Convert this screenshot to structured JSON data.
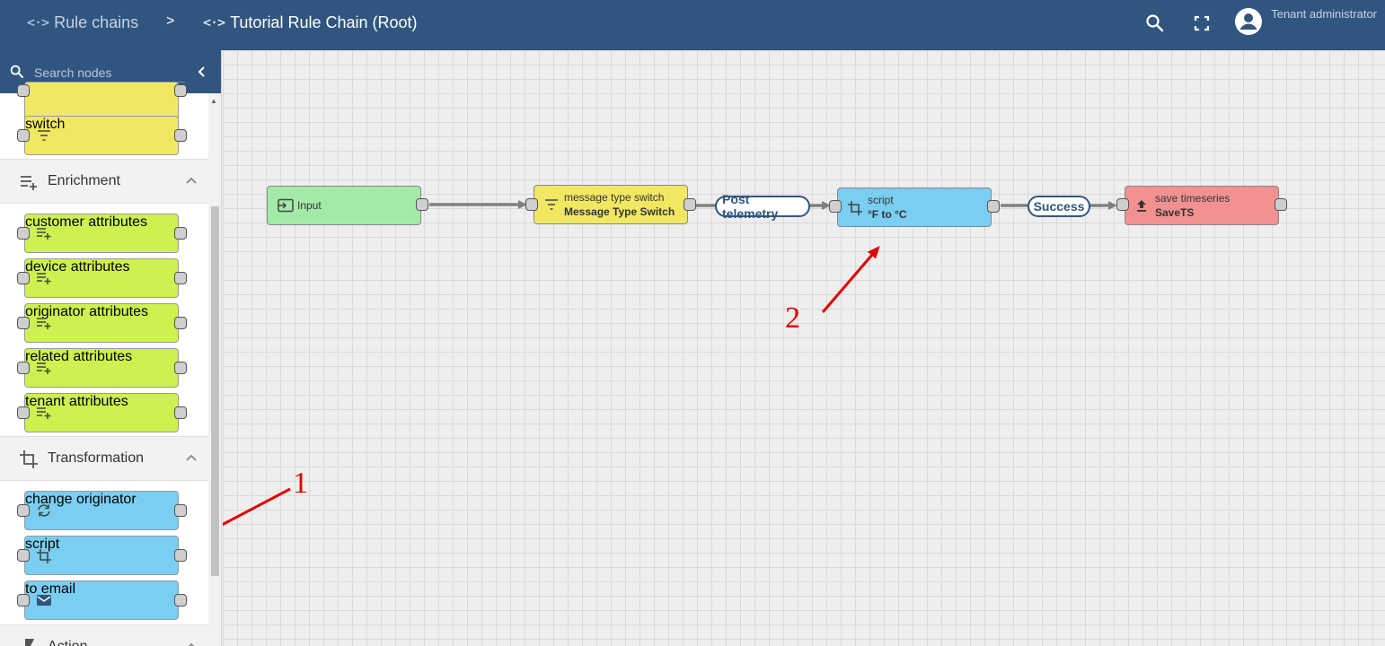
{
  "header": {
    "breadcrumb_root": "Rule chains",
    "breadcrumb_separator": ">",
    "breadcrumb_current": "Tutorial Rule Chain (Root)",
    "user_label": "Tenant administrator"
  },
  "sidebar": {
    "search_placeholder": "Search nodes",
    "partial_top_node": "",
    "filter_nodes": [
      {
        "label": "switch"
      }
    ],
    "enrichment": {
      "title": "Enrichment",
      "nodes": [
        {
          "label": "customer attributes"
        },
        {
          "label": "device attributes"
        },
        {
          "label": "originator attributes"
        },
        {
          "label": "related attributes"
        },
        {
          "label": "tenant attributes"
        }
      ]
    },
    "transformation": {
      "title": "Transformation",
      "nodes": [
        {
          "label": "change originator"
        },
        {
          "label": "script"
        },
        {
          "label": "to email"
        }
      ]
    },
    "action": {
      "title": "Action"
    }
  },
  "canvas": {
    "nodes": {
      "input": {
        "label": "Input"
      },
      "msg_switch": {
        "name": "message type switch",
        "subtitle": "Message Type Switch"
      },
      "script": {
        "name": "script",
        "subtitle": "°F to °C"
      },
      "save_ts": {
        "name": "save timeseries",
        "subtitle": "SaveTS"
      }
    },
    "edge_labels": {
      "post_telemetry": "Post telemetry",
      "success": "Success"
    },
    "annotations": {
      "callout_1": "1",
      "callout_2": "2"
    }
  },
  "colors": {
    "header": "#305680",
    "filter_node": "#f1e861",
    "enrichment_node": "#cdf14e",
    "transformation_node": "#79cef1",
    "input_node": "#a3eaa9",
    "action_node": "#f19291",
    "annotation": "#e00000"
  }
}
